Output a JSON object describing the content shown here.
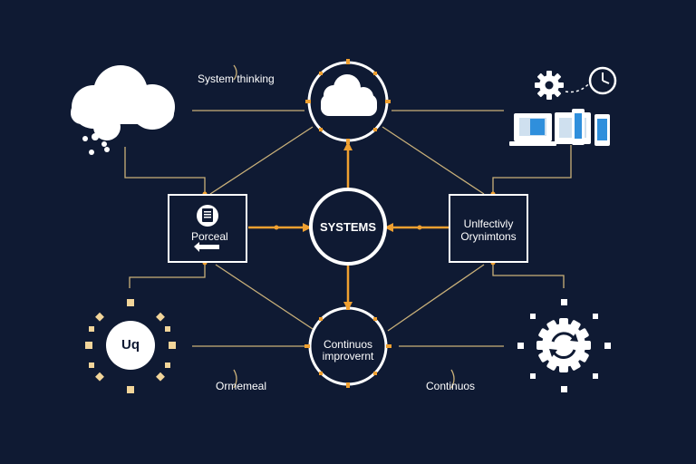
{
  "labels": {
    "system_thinking": "System thinking",
    "systems": "SYSTEMS",
    "left_box": "Porceal",
    "right_box_line1": "Unlfectivly",
    "right_box_line2": "Orynimtons",
    "bottom_center_line1": "Continuos",
    "bottom_center_line2": "improvernt",
    "bottom_left_label": "Ormemeal",
    "bottom_right_label": "Continuos",
    "ring_left_text": "Uq"
  },
  "icons": {
    "top_left": "cloud-icon",
    "top_center": "cloud-icon",
    "top_right_gear": "gear-icon",
    "top_right_clock": "clock-icon",
    "top_right_devices": "devices-icon",
    "left_box_icon": "clipboard-icon",
    "bottom_right": "gear-cycle-icon"
  },
  "colors": {
    "background": "#0f1a33",
    "line": "#c9b079",
    "accent": "#f0a030",
    "node": "#ffffff"
  }
}
